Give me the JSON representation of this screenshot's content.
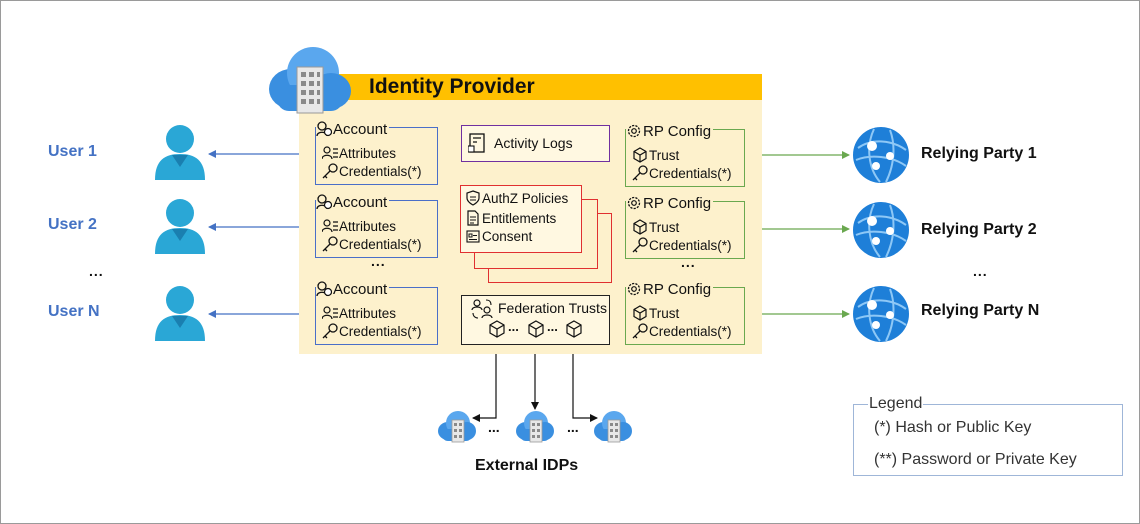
{
  "idp": {
    "title": "Identity Provider"
  },
  "users": [
    {
      "label": "User 1"
    },
    {
      "label": "User 2"
    },
    {
      "label": "User N"
    }
  ],
  "users_ellipsis": "...",
  "accounts": [
    {
      "title": "Account",
      "attributes": "Attributes",
      "credentials": "Credentials(*)"
    },
    {
      "title": "Account",
      "attributes": "Attributes",
      "credentials": "Credentials(*)"
    },
    {
      "title": "Account",
      "attributes": "Attributes",
      "credentials": "Credentials(*)"
    }
  ],
  "accounts_ellipsis": "...",
  "activity_logs": "Activity Logs",
  "authz": {
    "policies": "AuthZ Policies",
    "entitlements": "Entitlements",
    "consent": "Consent"
  },
  "federation": {
    "title": "Federation Trusts",
    "ellipsis": "..."
  },
  "rp_configs": [
    {
      "title": "RP Config",
      "trust": "Trust",
      "credentials": "Credentials(*)"
    },
    {
      "title": "RP Config",
      "trust": "Trust",
      "credentials": "Credentials(*)"
    },
    {
      "title": "RP Config",
      "trust": "Trust",
      "credentials": "Credentials(*)"
    }
  ],
  "rp_configs_ellipsis": "...",
  "relying_parties": [
    {
      "label": "Relying Party 1"
    },
    {
      "label": "Relying Party 2"
    },
    {
      "label": "Relying Party N"
    }
  ],
  "relying_parties_ellipsis": "...",
  "external_idps": {
    "label": "External IDPs",
    "ellipsis": "..."
  },
  "legend": {
    "title": "Legend",
    "items": [
      "(*) Hash or Public Key",
      "(**) Password or Private Key"
    ]
  },
  "colors": {
    "idp_bar": "#ffc000",
    "idp_panel": "#fdf1cc",
    "user_blue": "#4472c4",
    "account_border": "#4a6fc8",
    "rp_border": "#6aa84f",
    "authz_border": "#e03030",
    "activity_border": "#7030a0",
    "user_icon": "#2aa7d6",
    "rp_globe": "#1e7fd8",
    "cloud": "#3a8fe0"
  }
}
